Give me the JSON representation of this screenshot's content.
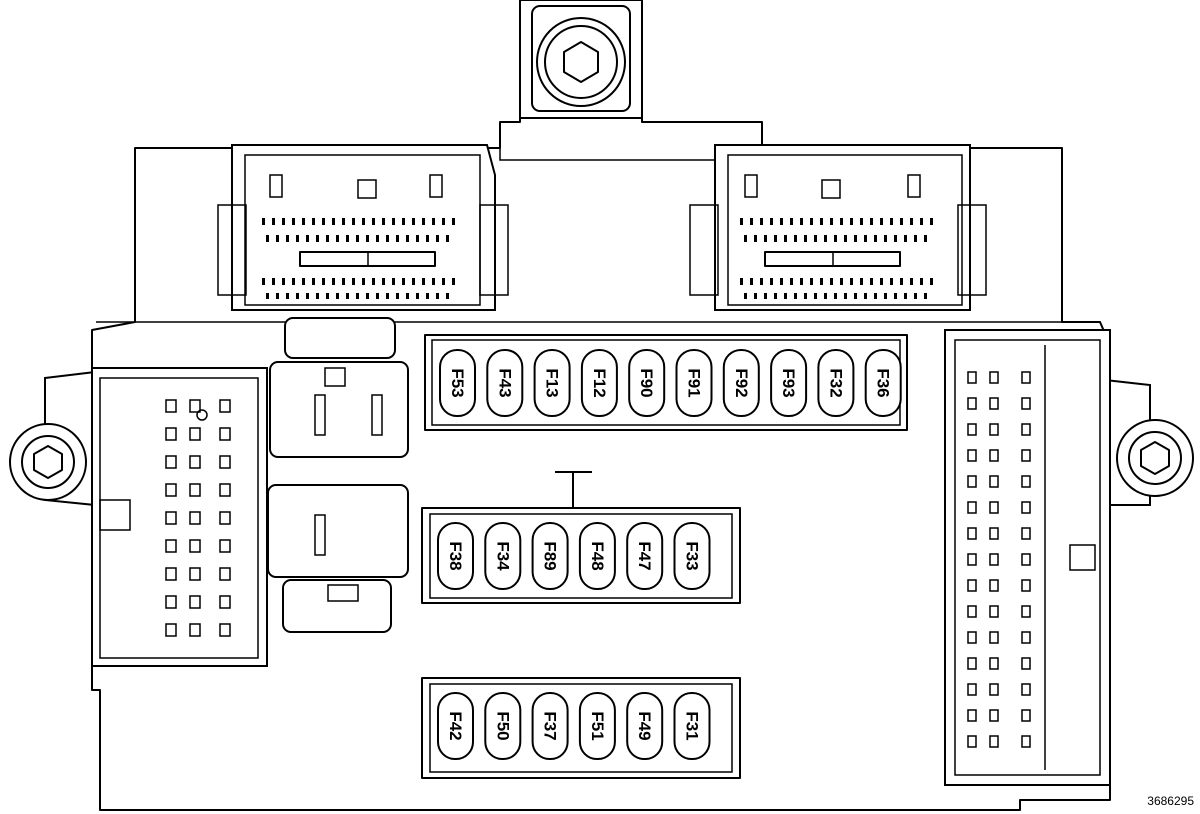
{
  "diagram": {
    "fuse_rows": [
      {
        "name": "top-row",
        "fuses": [
          "F53",
          "F43",
          "F13",
          "F12",
          "F90",
          "F91",
          "F92",
          "F93",
          "F32",
          "F36"
        ]
      },
      {
        "name": "middle-row",
        "fuses": [
          "F38",
          "F34",
          "F89",
          "F48",
          "F47",
          "F33"
        ]
      },
      {
        "name": "bottom-row",
        "fuses": [
          "F42",
          "F50",
          "F37",
          "F51",
          "F49",
          "F31"
        ]
      }
    ],
    "reference_number": "3686295"
  }
}
